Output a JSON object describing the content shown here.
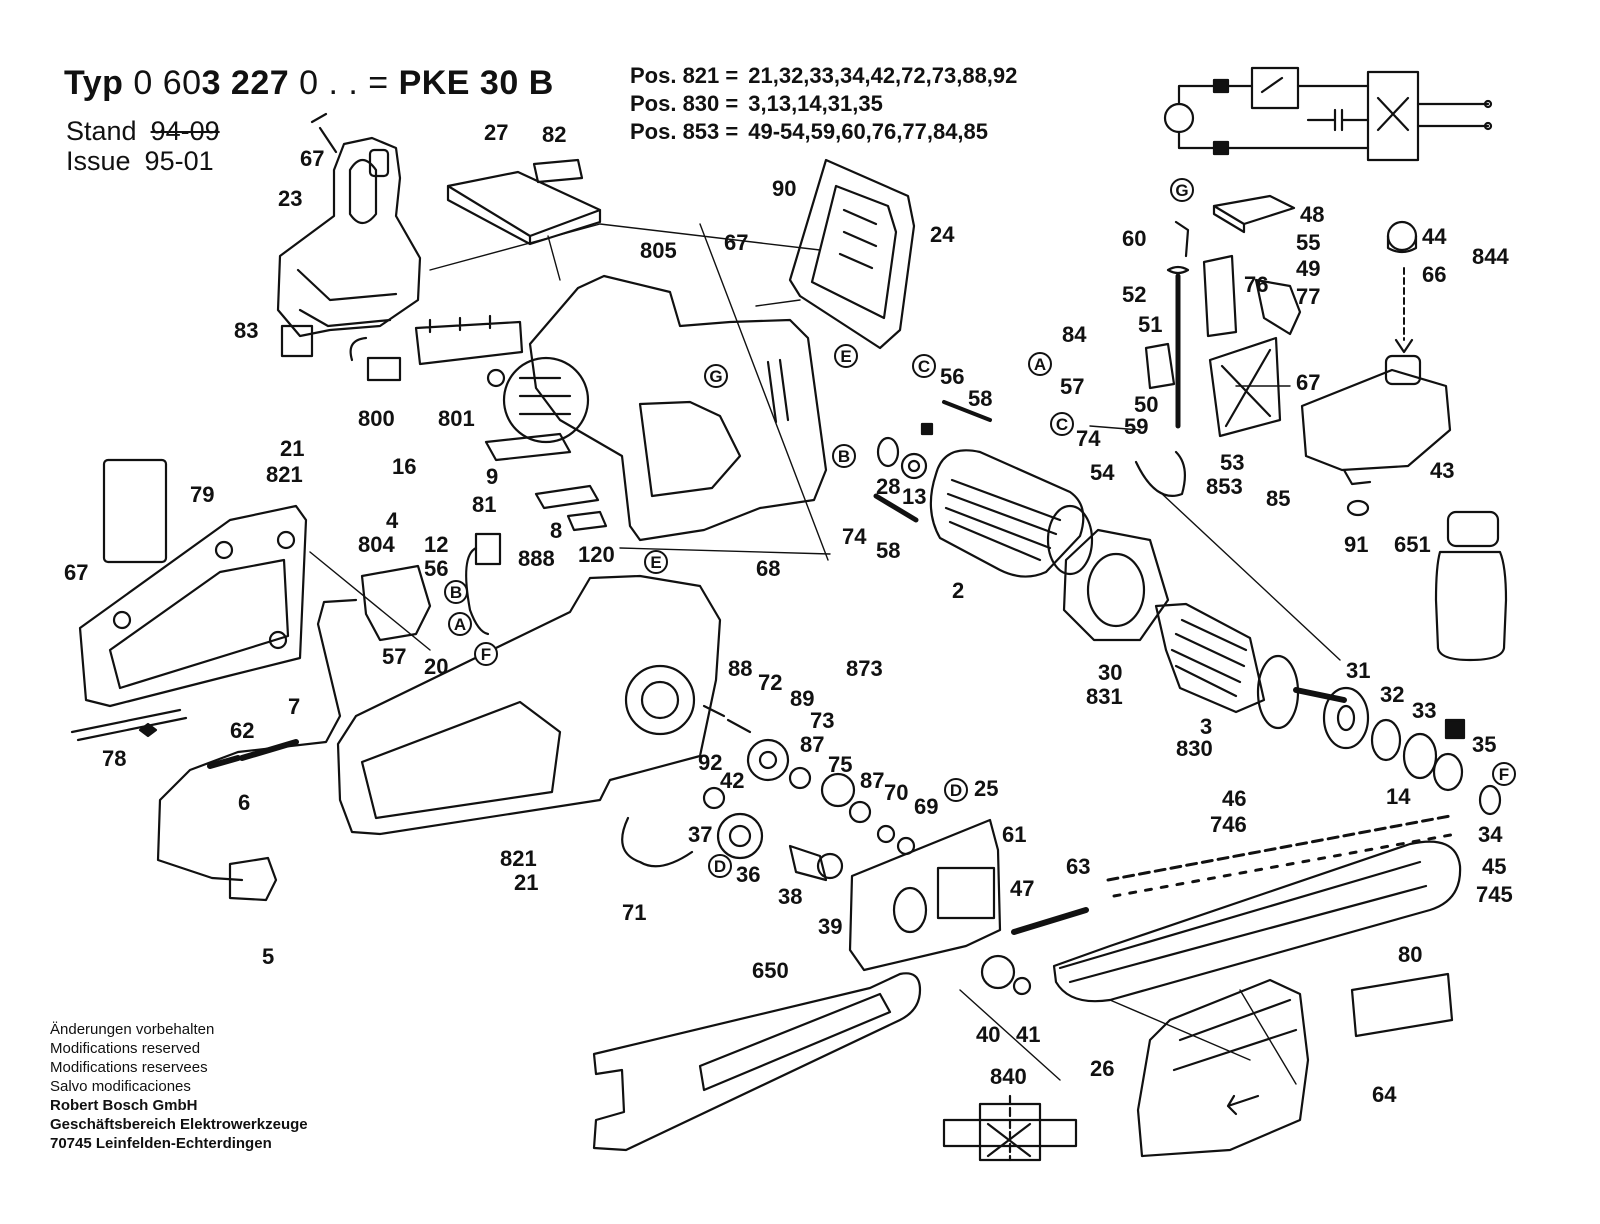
{
  "header": {
    "typ_prefix": "Typ",
    "typ_number_a": "0 60",
    "typ_number_b": "3 227",
    "typ_number_c": "0 . . =",
    "model": "PKE 30 B",
    "stand_label": "Stand",
    "stand_value": "94-09",
    "issue_label": "Issue",
    "issue_value": "95-01"
  },
  "positions": [
    {
      "label": "Pos. 821 =",
      "parts": "21,32,33,34,42,72,73,88,92"
    },
    {
      "label": "Pos. 830 =",
      "parts": "3,13,14,31,35"
    },
    {
      "label": "Pos. 853 =",
      "parts": "49-54,59,60,76,77,84,85"
    }
  ],
  "footer": {
    "lines": [
      "Änderungen vorbehalten",
      "Modifications reserved",
      "Modifications reservees",
      "Salvo modificaciones"
    ],
    "company": [
      "Robert Bosch GmbH",
      "Geschäftsbereich Elektrowerkzeuge",
      "70745 Leinfelden-Echterdingen"
    ]
  },
  "part_labels": [
    {
      "id": "p67a",
      "text": "67"
    },
    {
      "id": "p23",
      "text": "23"
    },
    {
      "id": "p27",
      "text": "27"
    },
    {
      "id": "p82",
      "text": "82"
    },
    {
      "id": "p90",
      "text": "90"
    },
    {
      "id": "p24",
      "text": "24"
    },
    {
      "id": "p805",
      "text": "805"
    },
    {
      "id": "p67b",
      "text": "67"
    },
    {
      "id": "p83",
      "text": "83"
    },
    {
      "id": "p800",
      "text": "800"
    },
    {
      "id": "p801",
      "text": "801"
    },
    {
      "id": "p16",
      "text": "16"
    },
    {
      "id": "p9",
      "text": "9"
    },
    {
      "id": "p81",
      "text": "81"
    },
    {
      "id": "p8",
      "text": "8"
    },
    {
      "id": "p888",
      "text": "888"
    },
    {
      "id": "p120",
      "text": "120"
    },
    {
      "id": "p21a",
      "text": "21"
    },
    {
      "id": "p821a",
      "text": "821"
    },
    {
      "id": "p79",
      "text": "79"
    },
    {
      "id": "p67c",
      "text": "67"
    },
    {
      "id": "p4",
      "text": "4"
    },
    {
      "id": "p804",
      "text": "804"
    },
    {
      "id": "p12",
      "text": "12"
    },
    {
      "id": "p56a",
      "text": "56"
    },
    {
      "id": "p57a",
      "text": "57"
    },
    {
      "id": "p20",
      "text": "20"
    },
    {
      "id": "p62",
      "text": "62"
    },
    {
      "id": "p7",
      "text": "7"
    },
    {
      "id": "p78",
      "text": "78"
    },
    {
      "id": "p6",
      "text": "6"
    },
    {
      "id": "p5",
      "text": "5"
    },
    {
      "id": "p68",
      "text": "68"
    },
    {
      "id": "p88",
      "text": "88"
    },
    {
      "id": "p72",
      "text": "72"
    },
    {
      "id": "p89",
      "text": "89"
    },
    {
      "id": "p873",
      "text": "873"
    },
    {
      "id": "p73",
      "text": "73"
    },
    {
      "id": "p92",
      "text": "92"
    },
    {
      "id": "p42",
      "text": "42"
    },
    {
      "id": "p87a",
      "text": "87"
    },
    {
      "id": "p75",
      "text": "75"
    },
    {
      "id": "p87b",
      "text": "87"
    },
    {
      "id": "p70",
      "text": "70"
    },
    {
      "id": "p69",
      "text": "69"
    },
    {
      "id": "p37",
      "text": "37"
    },
    {
      "id": "p36",
      "text": "36"
    },
    {
      "id": "p38",
      "text": "38"
    },
    {
      "id": "p39",
      "text": "39"
    },
    {
      "id": "p71",
      "text": "71"
    },
    {
      "id": "p821b",
      "text": "821"
    },
    {
      "id": "p21b",
      "text": "21"
    },
    {
      "id": "p56b",
      "text": "56"
    },
    {
      "id": "p58a",
      "text": "58"
    },
    {
      "id": "p28",
      "text": "28"
    },
    {
      "id": "p13",
      "text": "13"
    },
    {
      "id": "p74a",
      "text": "74"
    },
    {
      "id": "p58b",
      "text": "58"
    },
    {
      "id": "p2",
      "text": "2"
    },
    {
      "id": "p30",
      "text": "30"
    },
    {
      "id": "p831",
      "text": "831"
    },
    {
      "id": "p3",
      "text": "3"
    },
    {
      "id": "p830",
      "text": "830"
    },
    {
      "id": "p31",
      "text": "31"
    },
    {
      "id": "p32",
      "text": "32"
    },
    {
      "id": "p33",
      "text": "33"
    },
    {
      "id": "p35",
      "text": "35"
    },
    {
      "id": "p14",
      "text": "14"
    },
    {
      "id": "p34",
      "text": "34"
    },
    {
      "id": "p46",
      "text": "46"
    },
    {
      "id": "p746",
      "text": "746"
    },
    {
      "id": "p45",
      "text": "45"
    },
    {
      "id": "p745",
      "text": "745"
    },
    {
      "id": "p25",
      "text": "25"
    },
    {
      "id": "p61",
      "text": "61"
    },
    {
      "id": "p47",
      "text": "47"
    },
    {
      "id": "p63",
      "text": "63"
    },
    {
      "id": "p650",
      "text": "650"
    },
    {
      "id": "p80",
      "text": "80"
    },
    {
      "id": "p40",
      "text": "40"
    },
    {
      "id": "p41",
      "text": "41"
    },
    {
      "id": "p840",
      "text": "840"
    },
    {
      "id": "p26",
      "text": "26"
    },
    {
      "id": "p64",
      "text": "64"
    },
    {
      "id": "p48",
      "text": "48"
    },
    {
      "id": "p60",
      "text": "60"
    },
    {
      "id": "p55",
      "text": "55"
    },
    {
      "id": "p49",
      "text": "49"
    },
    {
      "id": "p52",
      "text": "52"
    },
    {
      "id": "p76",
      "text": "76"
    },
    {
      "id": "p77",
      "text": "77"
    },
    {
      "id": "p84",
      "text": "84"
    },
    {
      "id": "p51",
      "text": "51"
    },
    {
      "id": "p57b",
      "text": "57"
    },
    {
      "id": "p67d",
      "text": "67"
    },
    {
      "id": "p50",
      "text": "50"
    },
    {
      "id": "p74b",
      "text": "74"
    },
    {
      "id": "p59",
      "text": "59"
    },
    {
      "id": "p54",
      "text": "54"
    },
    {
      "id": "p53",
      "text": "53"
    },
    {
      "id": "p853",
      "text": "853"
    },
    {
      "id": "p85",
      "text": "85"
    },
    {
      "id": "p44",
      "text": "44"
    },
    {
      "id": "p844",
      "text": "844"
    },
    {
      "id": "p66",
      "text": "66"
    },
    {
      "id": "p43",
      "text": "43"
    },
    {
      "id": "p91",
      "text": "91"
    },
    {
      "id": "p651",
      "text": "651"
    }
  ],
  "ref_markers": [
    {
      "id": "mG1",
      "text": "G"
    },
    {
      "id": "mE1",
      "text": "E"
    },
    {
      "id": "mC1",
      "text": "C"
    },
    {
      "id": "mB1",
      "text": "B"
    },
    {
      "id": "mB2",
      "text": "B"
    },
    {
      "id": "mA1",
      "text": "A"
    },
    {
      "id": "mF1",
      "text": "F"
    },
    {
      "id": "mE2",
      "text": "E"
    },
    {
      "id": "mD1",
      "text": "D"
    },
    {
      "id": "mD2",
      "text": "D"
    },
    {
      "id": "mG2",
      "text": "G"
    },
    {
      "id": "mA2",
      "text": "A"
    },
    {
      "id": "mC2",
      "text": "C"
    },
    {
      "id": "mF2",
      "text": "F"
    }
  ]
}
